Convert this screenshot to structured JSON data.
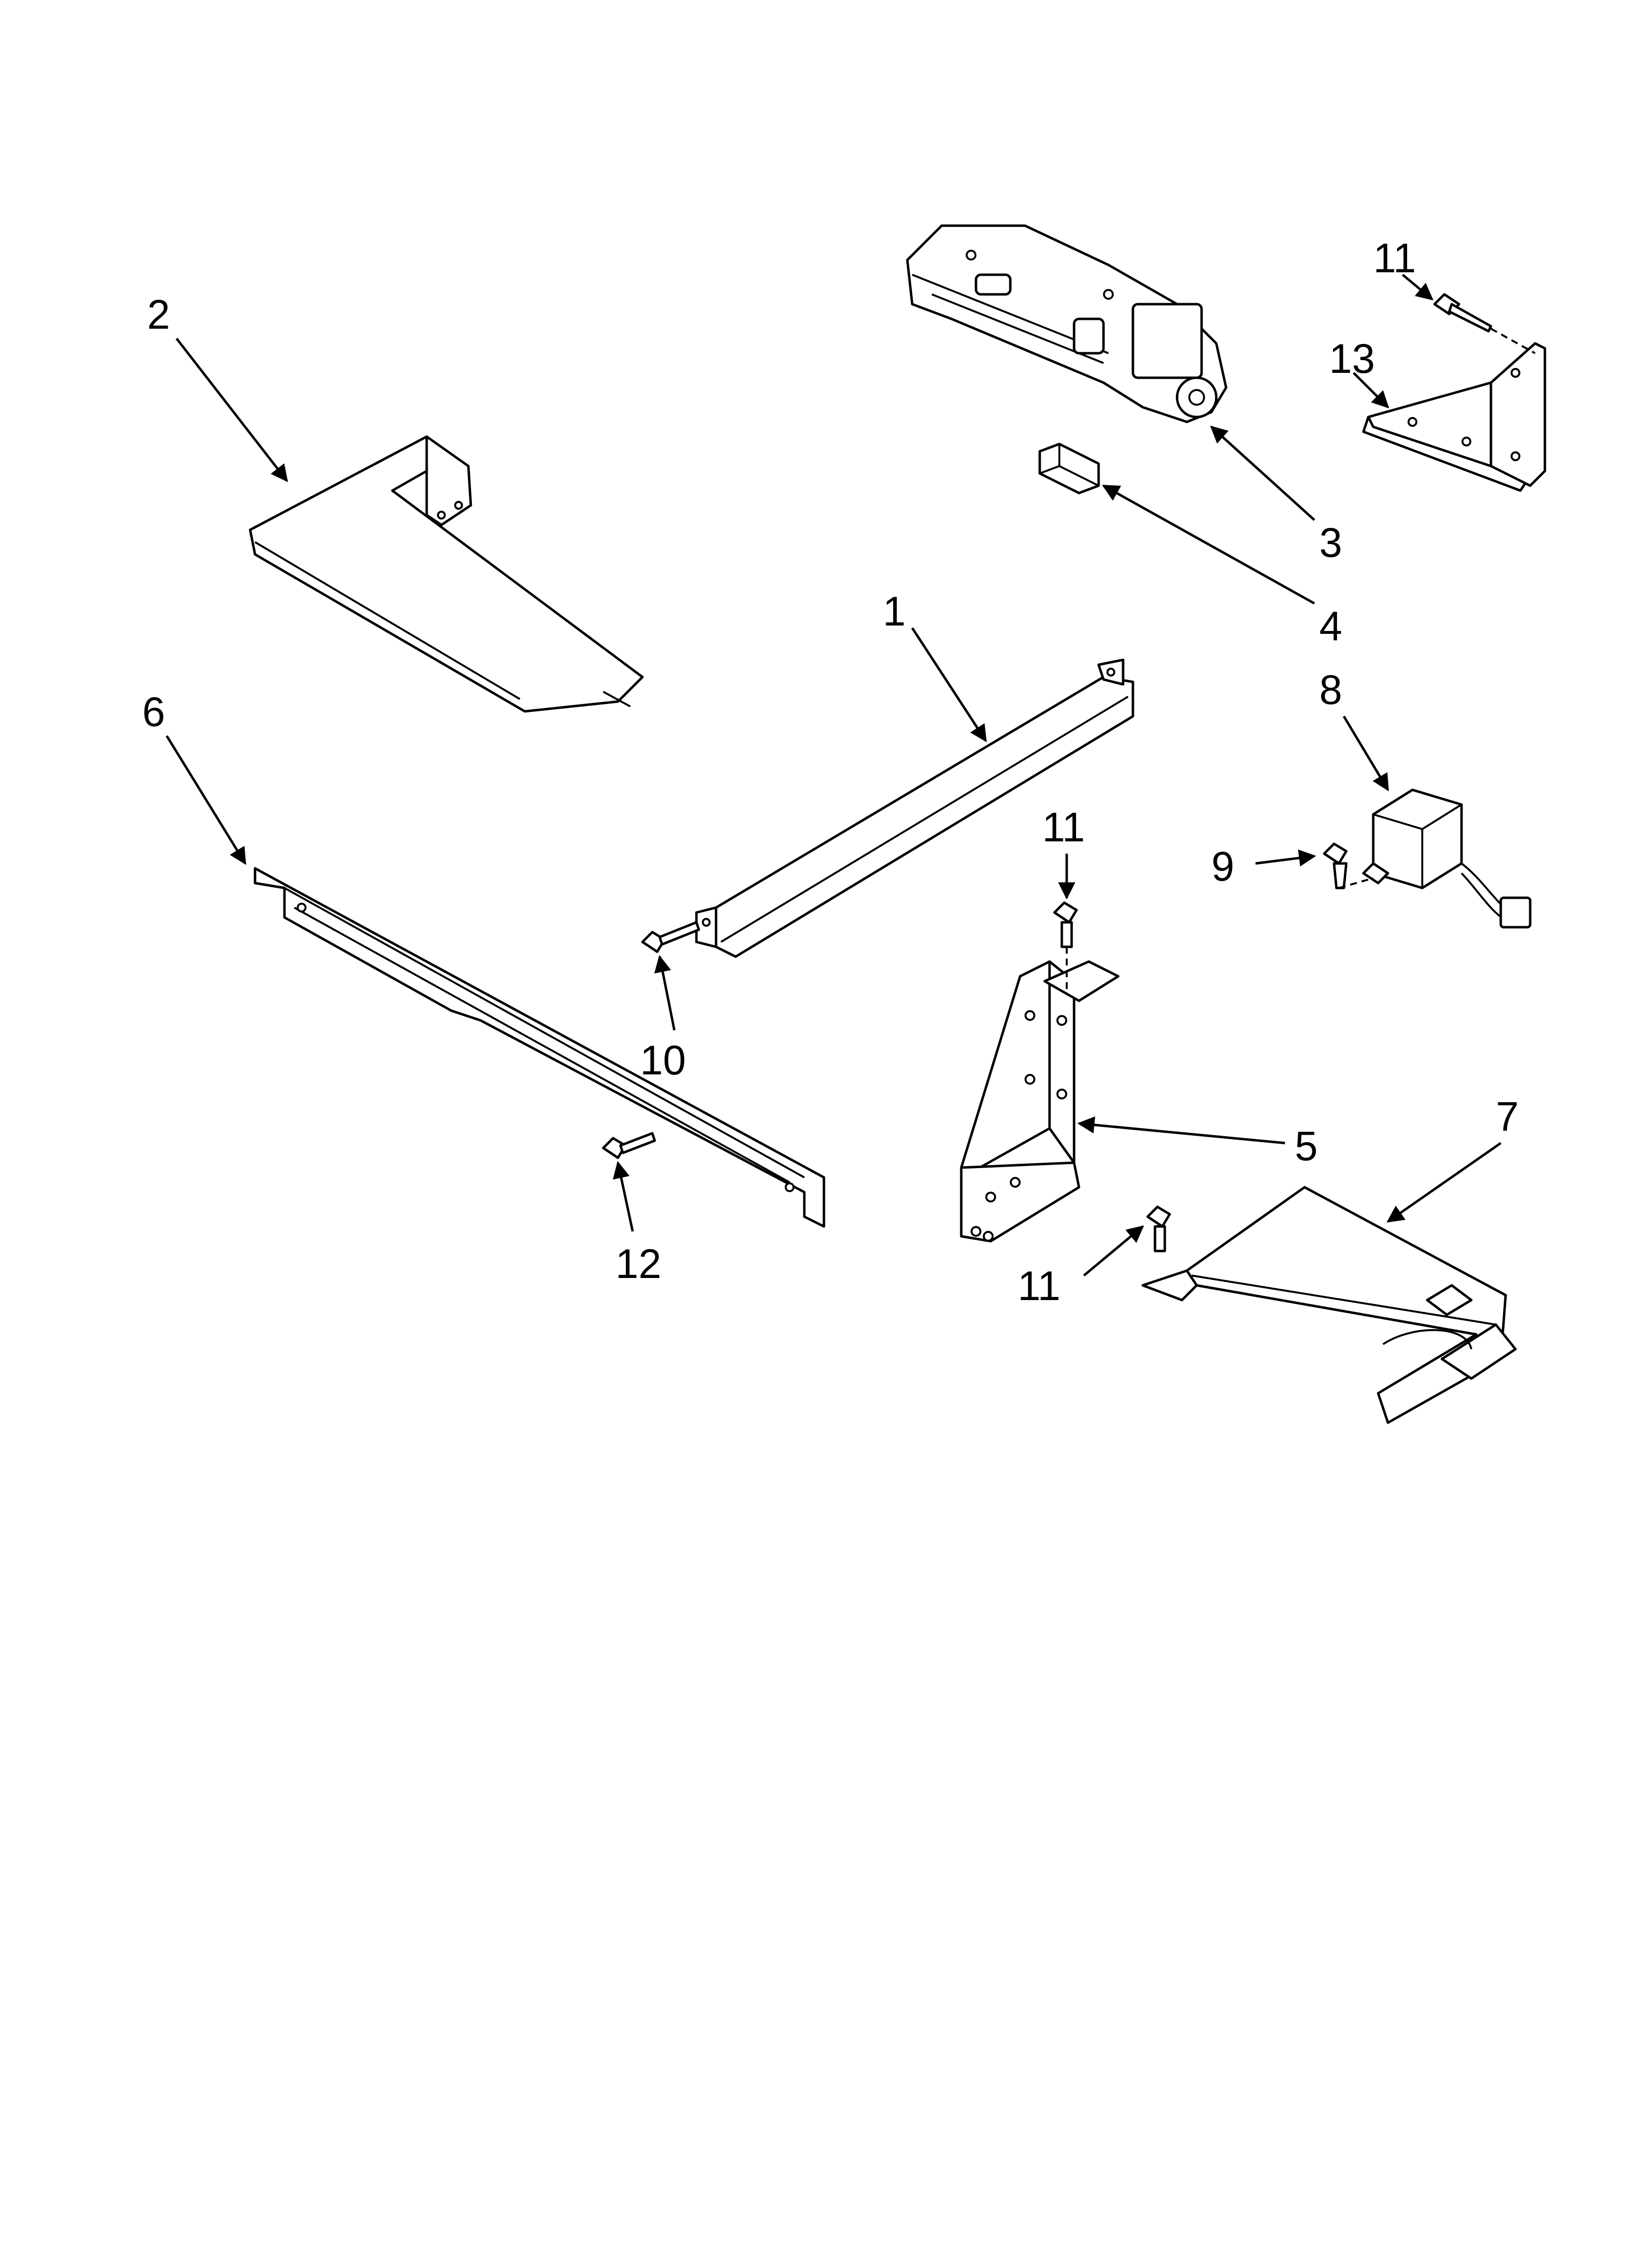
{
  "diagram": {
    "callouts": [
      {
        "id": "c1",
        "text": "1"
      },
      {
        "id": "c2",
        "text": "2"
      },
      {
        "id": "c3",
        "text": "3"
      },
      {
        "id": "c4",
        "text": "4"
      },
      {
        "id": "c5",
        "text": "5"
      },
      {
        "id": "c6",
        "text": "6"
      },
      {
        "id": "c7",
        "text": "7"
      },
      {
        "id": "c8",
        "text": "8"
      },
      {
        "id": "c9",
        "text": "9"
      },
      {
        "id": "c10",
        "text": "10"
      },
      {
        "id": "c11a",
        "text": "11"
      },
      {
        "id": "c11b",
        "text": "11"
      },
      {
        "id": "c11c",
        "text": "11"
      },
      {
        "id": "c12",
        "text": "12"
      },
      {
        "id": "c13",
        "text": "13"
      }
    ]
  }
}
